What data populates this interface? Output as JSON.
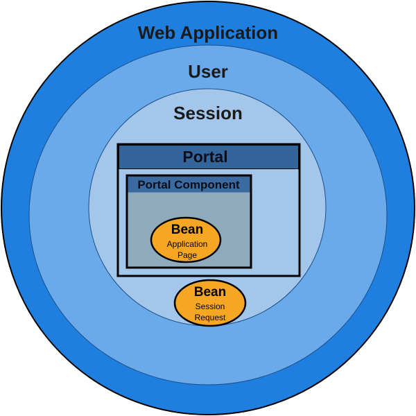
{
  "layers": {
    "web_application": {
      "label": "Web Application",
      "color": "#1e7fdf"
    },
    "user": {
      "label": "User",
      "color": "#6aaaea"
    },
    "session": {
      "label": "Session",
      "color": "#a3c6ea"
    }
  },
  "portal": {
    "title": "Portal",
    "header_color": "#33649a"
  },
  "portal_component": {
    "title": "Portal Component",
    "header_color": "#3a6aa0",
    "body_color": "#8eaabb"
  },
  "beans": [
    {
      "title": "Bean",
      "line1": "Application",
      "line2": "Page",
      "color": "#f5a623"
    },
    {
      "title": "Bean",
      "line1": "Session",
      "line2": "Request",
      "color": "#f5a623"
    }
  ]
}
